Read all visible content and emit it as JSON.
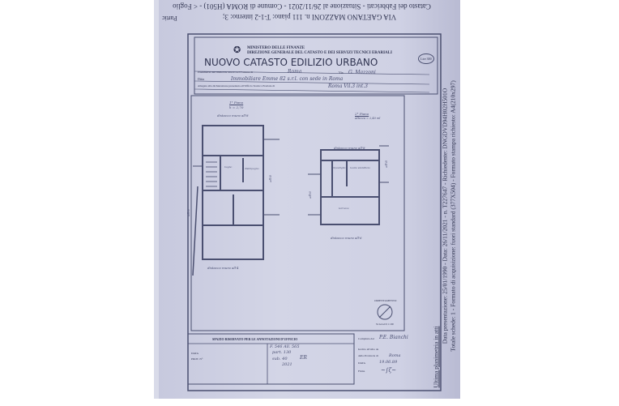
{
  "top_caption": {
    "line1": "Catasto dei Fabbricati - Situazione al 26/11/2021 - Comune di ROMA (H501) - < Foglio",
    "line2": "VIA GAETANO MAZZONI n. 111 piano: T-1-2 interno: 3;",
    "side": "Partic"
  },
  "header": {
    "ministry": "MINISTERO DELLE FINANZE",
    "direction": "DIREZIONE GENERALE DEL CATASTO E DEI SERVIZI TECNICI ERARIALI",
    "title": "NUOVO CATASTO EDILIZIO URBANO",
    "stamp": "Lire 300",
    "row1_label": "Planimetria dell'immobile situato nel Comune di",
    "row1_value": "Roma",
    "row1_via_label": "Via",
    "row1_via_value": "G. Mazzoni",
    "row2_label": "Ditta",
    "row2_value": "Immobiliare Emme 82 s.r.l. con sede in Roma",
    "row3_label": "Allegata alla dichiarazione presentata all'Ufficio Tecnico Erariale di",
    "row3_value": "Roma  Vil.3  int.3"
  },
  "plans": {
    "left_floor": "1° Piano",
    "left_height": "h = 2,70",
    "left_top_distance": "distacco mura all'8",
    "left_bottom_distance": "distacco mura all'4",
    "left_side_label": "all'8",
    "left_far_label": "all'6",
    "left_room1": "bagno",
    "left_room2": "disimpegno",
    "right_floor": "2° Piano",
    "right_height": "Altezza = 2,40 ml",
    "right_top_distance": "distacco mura all'8",
    "right_bottom_distance": "distacco mura all'6",
    "right_room1": "ripostiglio",
    "right_room2": "locale stenditoio",
    "right_room3": "terrazza",
    "right_side_label": "all'8",
    "right_left_label": "all'6"
  },
  "orientation": {
    "label": "ORIENTAMENTO",
    "scale": "SCALA DI 1: 200"
  },
  "office_box": {
    "title": "SPAZIO RISERVATO PER LE ANNOTAZIONI D'UFFICIO",
    "date_label": "DATA",
    "prot_label": "PROT. N°",
    "note1": "F. 546   All. 565",
    "note2": "part. 130",
    "note3": "sub. 40",
    "note4": "2021",
    "note5": "ER"
  },
  "compiler": {
    "compiled_label": "Compilata dal",
    "compiled_value": "P.E. Bianchi",
    "enrolled_label": "Iscritto all'albo de",
    "province_label": "della Provincia di",
    "province_value": "Roma",
    "date_label": "DATA",
    "date_value": "19.06.89",
    "signature_label": "Firma"
  },
  "side_caption": {
    "line1": "Data presentazione: 25/01/1990 - Data: 26/11/2021 - n. T227647 - Richiedente: DNGDVD94H02H501O",
    "line2": "Totale schede: 1 - Formato di acquisizione: fuori standard (377X504) - Formato stampa richiesto: A4(210x297)",
    "line3": "Ultima planimetria in atti"
  },
  "colors": {
    "paper": "#cfd1e4",
    "ink": "#3a3f60"
  }
}
